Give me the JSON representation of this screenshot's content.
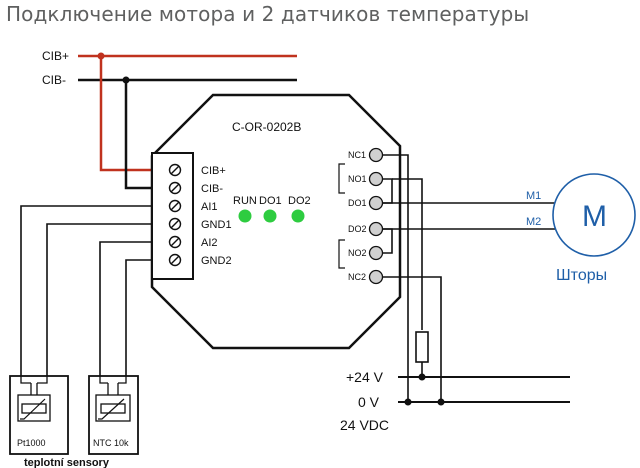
{
  "title": "Подключение мотора и 2 датчиков температуры",
  "bus": {
    "cib_plus": "CIB+",
    "cib_minus": "CIB-"
  },
  "module": {
    "name": "C-OR-0202B",
    "left_terminals": [
      "CIB+",
      "CIB-",
      "AI1",
      "GND1",
      "AI2",
      "GND2"
    ],
    "leds": [
      "RUN",
      "DO1",
      "DO2"
    ],
    "right_terminals": [
      "NC1",
      "NO1",
      "DO1",
      "DO2",
      "NO2",
      "NC2"
    ]
  },
  "motor": {
    "symbol": "M",
    "label": "Шторы",
    "wire1": "M1",
    "wire2": "M2"
  },
  "power": {
    "plus": "+24 V",
    "zero": "0 V",
    "supply": "24 VDC"
  },
  "sensors": {
    "s1": "Pt1000",
    "s2": "NTC 10k",
    "caption": "teplotní sensory"
  },
  "colors": {
    "cib_plus_wire": "#c0321e",
    "wire": "#111111",
    "led": "#2ecc40",
    "accent": "#1f5fa8",
    "title": "#5f6060"
  }
}
